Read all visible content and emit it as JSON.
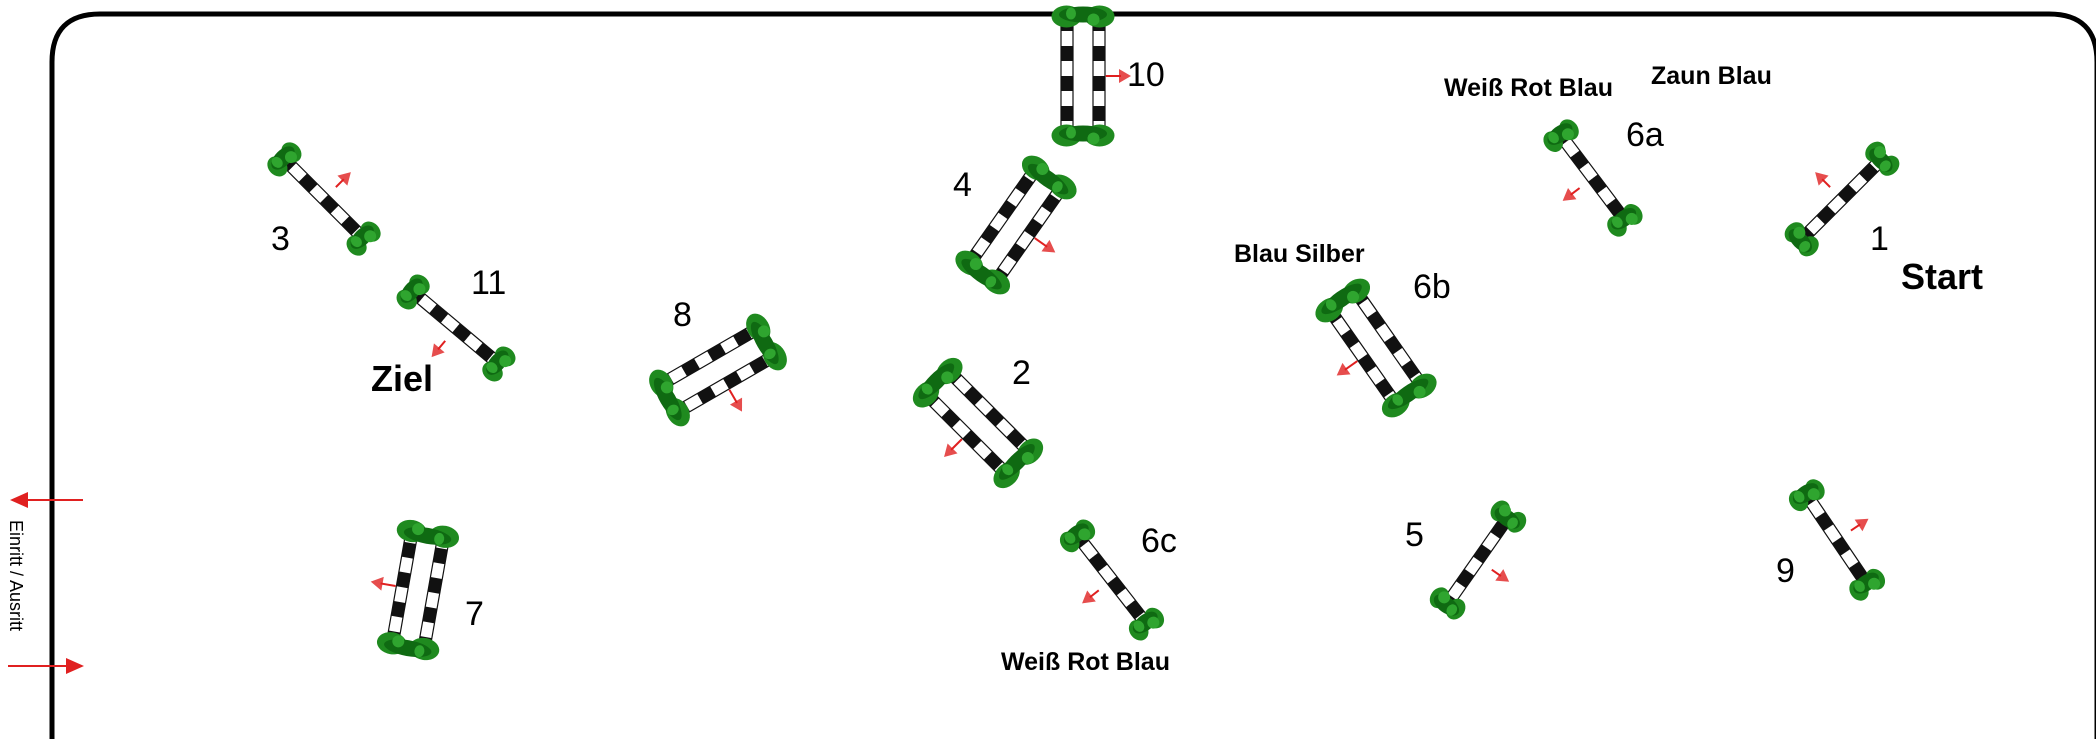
{
  "colors": {
    "arena_border": "#000000",
    "rail_dark": "#111111",
    "rail_light": "#ffffff",
    "stand_green": "#1f8a1f",
    "stand_green_dark": "#0f6a12",
    "direction_arrow": "#e02020"
  },
  "obstacles": [
    {
      "id": "1",
      "label": "1",
      "kind": "vertical"
    },
    {
      "id": "2",
      "label": "2",
      "kind": "oxer"
    },
    {
      "id": "3",
      "label": "3",
      "kind": "vertical"
    },
    {
      "id": "4",
      "label": "4",
      "kind": "oxer"
    },
    {
      "id": "5",
      "label": "5",
      "kind": "vertical"
    },
    {
      "id": "6a",
      "label": "6a",
      "kind": "vertical"
    },
    {
      "id": "6b",
      "label": "6b",
      "kind": "oxer"
    },
    {
      "id": "6c",
      "label": "6c",
      "kind": "vertical"
    },
    {
      "id": "7",
      "label": "7",
      "kind": "oxer"
    },
    {
      "id": "8",
      "label": "8",
      "kind": "oxer"
    },
    {
      "id": "9",
      "label": "9",
      "kind": "vertical"
    },
    {
      "id": "10",
      "label": "10",
      "kind": "oxer"
    },
    {
      "id": "11",
      "label": "11",
      "kind": "vertical"
    }
  ],
  "labels": {
    "start": "Start",
    "finish": "Ziel",
    "entrance_exit": "Einritt / Ausritt",
    "color_6a": "Weiß Rot Blau",
    "fence_blue": "Zaun Blau",
    "color_6b": "Blau Silber",
    "color_6c": "Weiß Rot Blau"
  }
}
